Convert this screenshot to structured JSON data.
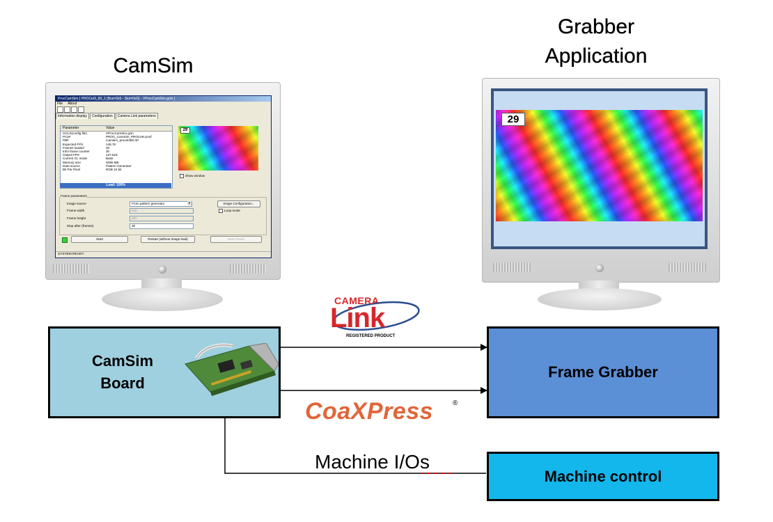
{
  "titles": {
    "camsim": "CamSim",
    "grabber_line1": "Grabber",
    "grabber_line2": "Application"
  },
  "camsim_window": {
    "title": "ProcCamSim [ PROCeIII_80_1 [Bus=0x5 - Slot=0xD] - VProcCamSim.gcln ]",
    "menu": [
      "File",
      "About"
    ],
    "tabs": [
      "Information display",
      "Configuration",
      "Camera Link parameters"
    ],
    "table_headers": [
      "Parameter",
      "Value"
    ],
    "table_rows": [
      [
        "GCLS(config file)",
        "VProcCamSim.gcln"
      ],
      [
        "PCeF",
        "PROC_CamSim_PROCeIII.pcef"
      ],
      [
        "PBF",
        "\\camsim_proceIII80.rbf"
      ],
      [
        "Expected FPS",
        "148.76"
      ],
      [
        "Frames loaded",
        "30"
      ],
      [
        "Info! frame counter",
        "30"
      ],
      [
        "Output FPS",
        "137.615"
      ],
      [
        "Current CL mode",
        "Base"
      ],
      [
        "Memory size",
        "4096 MB"
      ],
      [
        "Data source",
        "Pattern Generator"
      ],
      [
        "Bit Per Pixel",
        "RGB    24 bit"
      ]
    ],
    "load_text": "Load: 100%",
    "preview_frame": "29",
    "show_window": "Show window",
    "frame_parameters": "Frame parameters",
    "image_source_label": "Image source",
    "image_source_value": "From pattern generator",
    "frame_width_label": "Frame width",
    "frame_width_value": "640",
    "frame_height_label": "Frame height",
    "frame_height_value": "480",
    "stop_after_label": "Stop after (frames)",
    "stop_after_value": "30",
    "image_config_button": "Image Configuration...",
    "loop_mode": "Loop mode",
    "start_button": "Start",
    "restart_button": "Restart (without image load)",
    "next_frame_button": "Next Frame",
    "status": "SYSTEM READY"
  },
  "grabber_screen": {
    "frame_counter": "29"
  },
  "boxes": {
    "camsim_board": "CamSim\nBoard",
    "frame_grabber": "Frame Grabber",
    "machine_control": "Machine control"
  },
  "logos": {
    "cameralink_top": "CAMERA",
    "cameralink_main": "Link",
    "cameralink_sub": "REGISTERED PRODUCT",
    "coaxpress": "CoaXPress",
    "coaxpress_mark": "®"
  },
  "connections": {
    "machine_ios": "Machine I/Os"
  },
  "colors": {
    "camsim_board_fill": "#9fd0df",
    "frame_grabber_fill": "#5b8fd6",
    "machine_control_fill": "#14b7ec",
    "cameralink_red": "#d7262b",
    "coaxpress_orange": "#e0663a"
  }
}
